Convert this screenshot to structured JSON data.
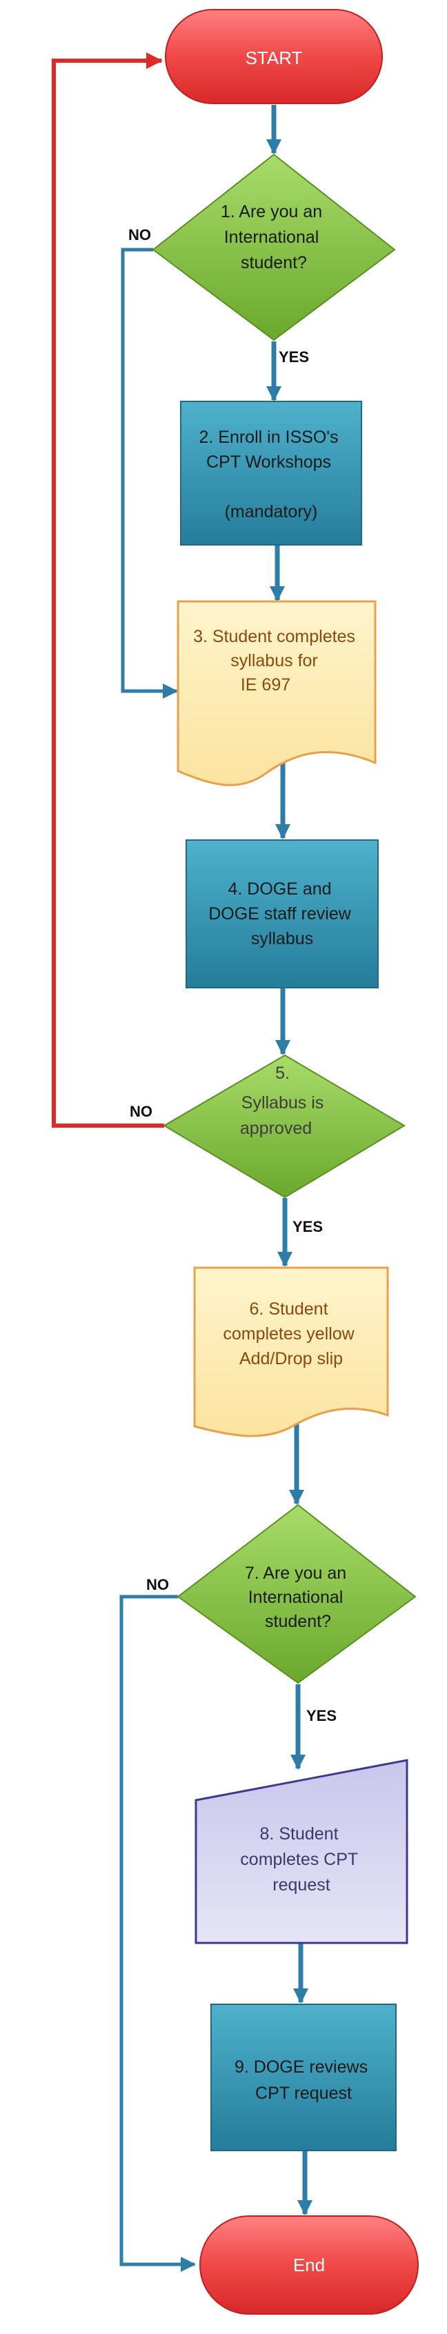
{
  "nodes": {
    "start": {
      "label": "START"
    },
    "q1": {
      "lines": [
        "1. Are you an",
        "International",
        "student?"
      ]
    },
    "n2": {
      "lines": [
        "2. Enroll in ISSO's",
        "CPT Workshops",
        "",
        "(mandatory)"
      ]
    },
    "n3": {
      "lines": [
        "3. Student completes",
        "syllabus for",
        "IE 697"
      ]
    },
    "n4": {
      "lines": [
        "4. DOGE and",
        "DOGE staff review",
        "syllabus"
      ]
    },
    "q5": {
      "lines": [
        "5.",
        "Syllabus is",
        "approved"
      ]
    },
    "n6": {
      "lines": [
        "6.  Student",
        "completes yellow",
        "Add/Drop slip"
      ]
    },
    "q7": {
      "lines": [
        "7.  Are you an",
        "International",
        "student?"
      ]
    },
    "n8": {
      "lines": [
        "8.  Student",
        "completes CPT",
        "request"
      ]
    },
    "n9": {
      "lines": [
        "9. DOGE reviews",
        "CPT request"
      ]
    },
    "end": {
      "label": "End"
    }
  },
  "edges": {
    "q1_yes": "YES",
    "q1_no": "NO",
    "q5_yes": "YES",
    "q5_no": "NO",
    "q7_yes": "YES",
    "q7_no": "NO"
  },
  "colors": {
    "terminal": "#e63a3a",
    "decision": "#7cb93a",
    "process": "#2b8fae",
    "document": "#fbe6a6",
    "document_border": "#e8a04a",
    "manual_input": "#d4d2ee",
    "arrow_blue": "#2e7da8",
    "arrow_red": "#e02a2a"
  }
}
